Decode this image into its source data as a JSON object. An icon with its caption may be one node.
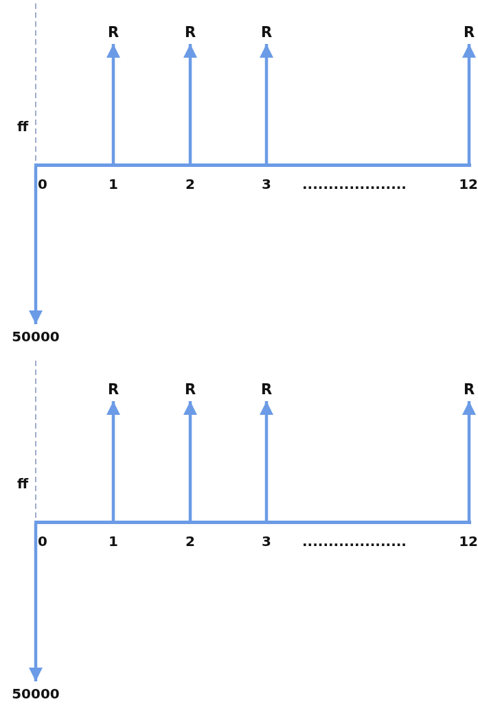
{
  "diagram": {
    "nodes": [
      {
        "text": [
          "R"
        ]
      },
      {
        "text": [
          "R"
        ]
      },
      {
        "text": [
          "R"
        ]
      },
      {
        "text": [
          "R"
        ]
      },
      {
        "text": [],
        "shape": "bar"
      },
      {
        "text": [
          "50000"
        ]
      },
      {
        "text": [
          "R"
        ]
      },
      {
        "text": [
          "R"
        ]
      },
      {
        "text": [
          "R"
        ]
      },
      {
        "text": [
          "R"
        ]
      },
      {
        "text": [],
        "shape": "bar"
      },
      {
        "text": [
          "50000"
        ]
      }
    ],
    "edges": [
      {
        "from": 4,
        "to": 0,
        "arrow": "to"
      },
      {
        "from": 4,
        "to": 1,
        "arrow": "to"
      },
      {
        "from": 4,
        "to": 2,
        "arrow": "to"
      },
      {
        "from": 4,
        "to": 3,
        "arrow": "to"
      },
      {
        "from": 4,
        "to": 5,
        "arrow": "to"
      },
      {
        "from": 10,
        "to": 6,
        "arrow": "to"
      },
      {
        "from": 10,
        "to": 7,
        "arrow": "to"
      },
      {
        "from": 10,
        "to": 8,
        "arrow": "to"
      },
      {
        "from": 10,
        "to": 9,
        "arrow": "to"
      },
      {
        "from": 10,
        "to": 11,
        "arrow": "to"
      }
    ],
    "labels": [
      "ff",
      "0",
      "1",
      "2",
      "3",
      "....................",
      "12",
      "ff",
      "0",
      "1",
      "2",
      "3",
      "....................",
      "12"
    ]
  }
}
